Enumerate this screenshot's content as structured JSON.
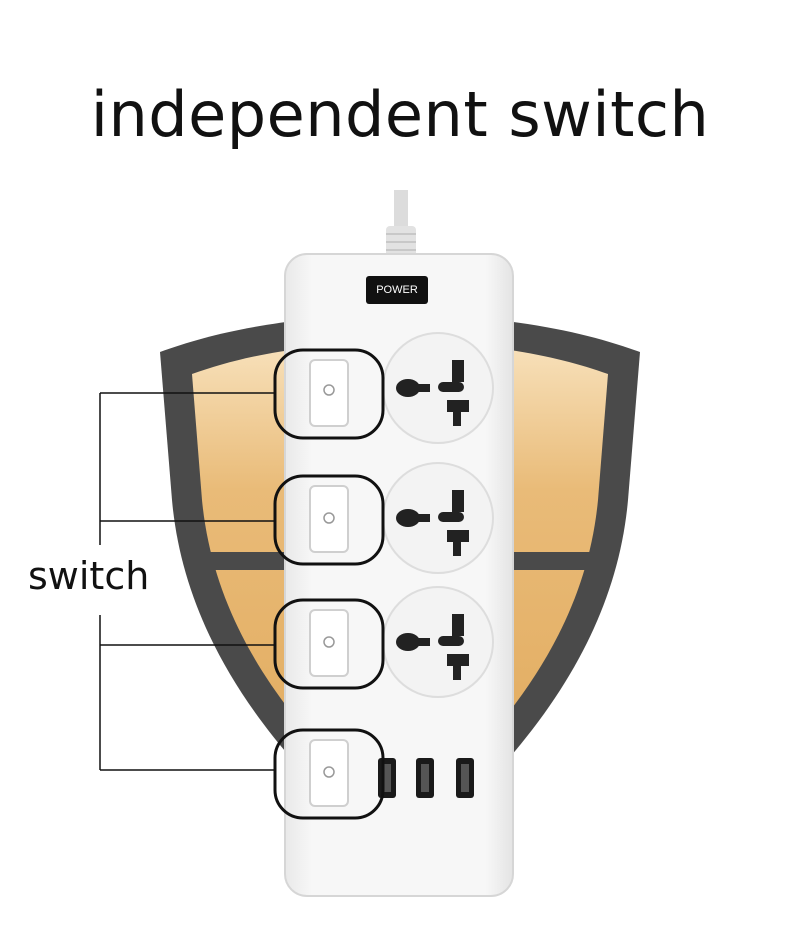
{
  "title": "independent switch",
  "side_label": "switch",
  "device": {
    "indicator_text": "POWER",
    "switch_count": 4,
    "socket_count": 3,
    "usb_port_count": 3
  },
  "colors": {
    "shield_frame": "#4a4a4a",
    "shield_fill": "#e6b46c",
    "shield_fill_light": "#f7dcae",
    "strip_body": "#f4f4f4",
    "callout": "#111111"
  }
}
